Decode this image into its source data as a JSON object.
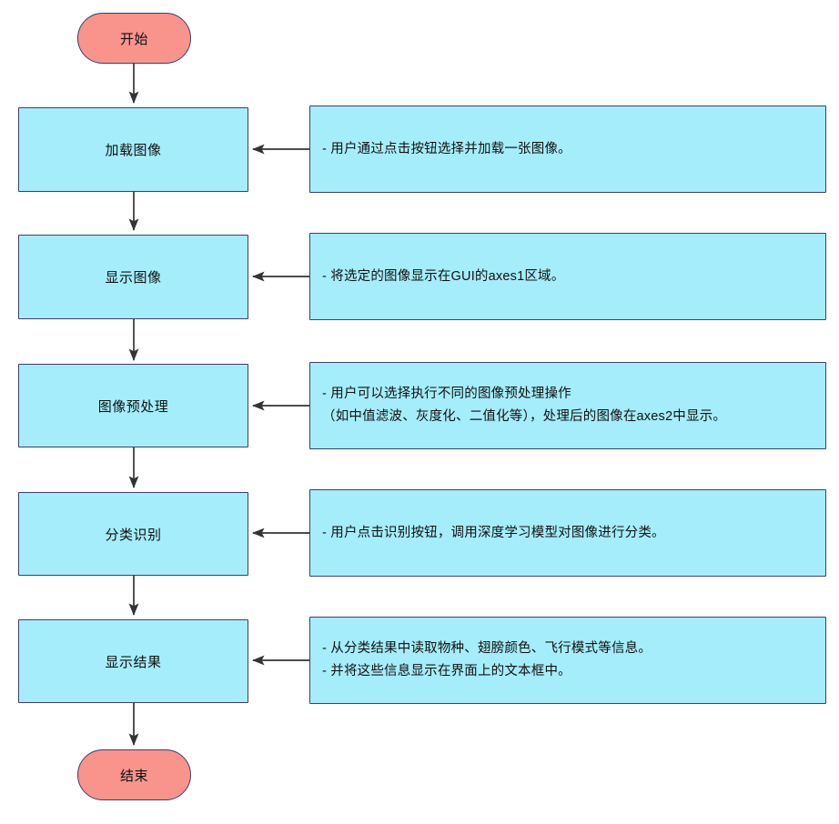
{
  "diagram": {
    "type": "flowchart",
    "direction": "top-to-bottom",
    "colors": {
      "terminal_fill": "#f8948c",
      "process_fill": "#a5edfb",
      "note_fill": "#a5edfb",
      "border": "#3b3f6b",
      "edge": "#333333",
      "text": "#111111",
      "background": "#ffffff"
    },
    "nodes": [
      {
        "id": "start",
        "shape": "stadium",
        "label": "开始"
      },
      {
        "id": "load",
        "shape": "rectangle",
        "label": "加载图像"
      },
      {
        "id": "display",
        "shape": "rectangle",
        "label": "显示图像"
      },
      {
        "id": "preprocess",
        "shape": "rectangle",
        "label": "图像预处理"
      },
      {
        "id": "classify",
        "shape": "rectangle",
        "label": "分类识别"
      },
      {
        "id": "result",
        "shape": "rectangle",
        "label": "显示结果"
      },
      {
        "id": "end",
        "shape": "stadium",
        "label": "结束"
      }
    ],
    "notes": [
      {
        "id": "note-load",
        "target": "load",
        "lines": [
          "- 用户通过点击按钮选择并加载一张图像。"
        ]
      },
      {
        "id": "note-display",
        "target": "display",
        "lines": [
          "- 将选定的图像显示在GUI的axes1区域。"
        ]
      },
      {
        "id": "note-preprocess",
        "target": "preprocess",
        "lines": [
          "- 用户可以选择执行不同的图像预处理操作",
          " （如中值滤波、灰度化、二值化等），处理后的图像在axes2中显示。"
        ]
      },
      {
        "id": "note-classify",
        "target": "classify",
        "lines": [
          "- 用户点击识别按钮，调用深度学习模型对图像进行分类。"
        ]
      },
      {
        "id": "note-result",
        "target": "result",
        "lines": [
          "- 从分类结果中读取物种、翅膀颜色、飞行模式等信息。",
          "- 并将这些信息显示在界面上的文本框中。"
        ]
      }
    ],
    "edges": [
      {
        "from": "start",
        "to": "load",
        "direction": "down"
      },
      {
        "from": "load",
        "to": "display",
        "direction": "down"
      },
      {
        "from": "display",
        "to": "preprocess",
        "direction": "down"
      },
      {
        "from": "preprocess",
        "to": "classify",
        "direction": "down"
      },
      {
        "from": "classify",
        "to": "result",
        "direction": "down"
      },
      {
        "from": "result",
        "to": "end",
        "direction": "down"
      },
      {
        "from": "note-load",
        "to": "load",
        "direction": "left"
      },
      {
        "from": "note-display",
        "to": "display",
        "direction": "left"
      },
      {
        "from": "note-preprocess",
        "to": "preprocess",
        "direction": "left"
      },
      {
        "from": "note-classify",
        "to": "classify",
        "direction": "left"
      },
      {
        "from": "note-result",
        "to": "result",
        "direction": "left"
      }
    ]
  }
}
